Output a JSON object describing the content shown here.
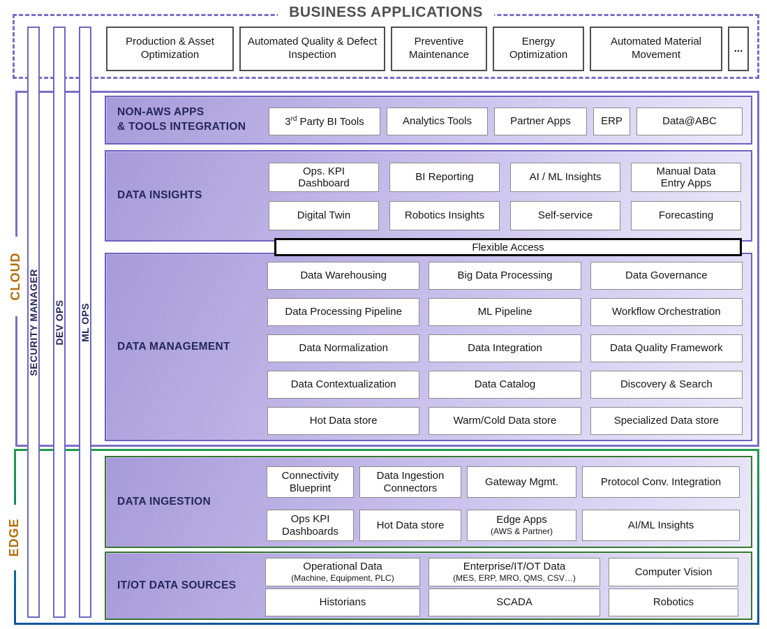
{
  "header": {
    "title": "BUSINESS APPLICATIONS"
  },
  "apps": {
    "items": [
      "Production & Asset Optimization",
      "Automated Quality & Defect Inspection",
      "Preventive Maintenance",
      "Energy Optimization",
      "Automated Material Movement",
      "..."
    ]
  },
  "bars": {
    "items": [
      "SECURITY MANAGER",
      "DEV OPS",
      "ML OPS"
    ]
  },
  "cloud": {
    "label": "CLOUD",
    "non_aws": {
      "title": "NON-AWS APPS\n& TOOLS INTEGRATION",
      "bi_tools": {
        "base": "3",
        "sup": "rd",
        "rest": "Party BI Tools"
      },
      "boxes": [
        "Analytics Tools",
        "Partner Apps",
        "ERP",
        "Data@ABC"
      ]
    },
    "insights": {
      "title": "DATA INSIGHTS",
      "boxes": [
        "Ops. KPI\nDashboard",
        "BI Reporting",
        "AI / ML Insights",
        "Manual Data\nEntry Apps",
        "Digital Twin",
        "Robotics Insights",
        "Self-service",
        "Forecasting"
      ]
    },
    "flexible_access": "Flexible Access",
    "management": {
      "title": "DATA MANAGEMENT",
      "boxes": [
        "Data Warehousing",
        "Big Data Processing",
        "Data Governance",
        "Data Processing Pipeline",
        "ML Pipeline",
        "Workflow Orchestration",
        "Data Normalization",
        "Data Integration",
        "Data Quality Framework",
        "Data Contextualization",
        "Data Catalog",
        "Discovery & Search",
        "Hot Data store",
        "Warm/Cold Data store",
        "Specialized Data store"
      ]
    }
  },
  "edge": {
    "label": "EDGE",
    "ingestion": {
      "title": "DATA INGESTION",
      "boxes": [
        {
          "label": "Connectivity\nBlueprint"
        },
        {
          "label": "Data Ingestion\nConnectors"
        },
        {
          "label": "Gateway Mgmt."
        },
        {
          "label": "Protocol Conv. Integration"
        },
        {
          "label": "Ops KPI\nDashboards"
        },
        {
          "label": "Hot Data store"
        },
        {
          "label": "Edge Apps",
          "sub": "(AWS & Partner)"
        },
        {
          "label": "AI/ML Insights"
        }
      ]
    },
    "itot": {
      "title": "IT/OT DATA SOURCES",
      "boxes": [
        {
          "label": "Operational Data",
          "sub": "(Machine, Equipment, PLC)"
        },
        {
          "label": "Enterprise/IT/OT Data",
          "sub": "(MES, ERP, MRO, QMS, CSV…)"
        },
        {
          "label": "Computer Vision"
        },
        {
          "label": "Historians"
        },
        {
          "label": "SCADA"
        },
        {
          "label": "Robotics"
        }
      ]
    }
  },
  "colors": {
    "purple_accent": "#7b6cc9",
    "section_border_purple": "#6c61c0",
    "section_border_green": "#35782e",
    "edge_gradient_top": "#1f9d47",
    "edge_gradient_bottom": "#0a57a2",
    "navy_text": "#23275a",
    "orange_side_label": "#b46e08",
    "lavender_fill_dark": "#a79ada",
    "lavender_fill_light": "#ebe8fa"
  }
}
